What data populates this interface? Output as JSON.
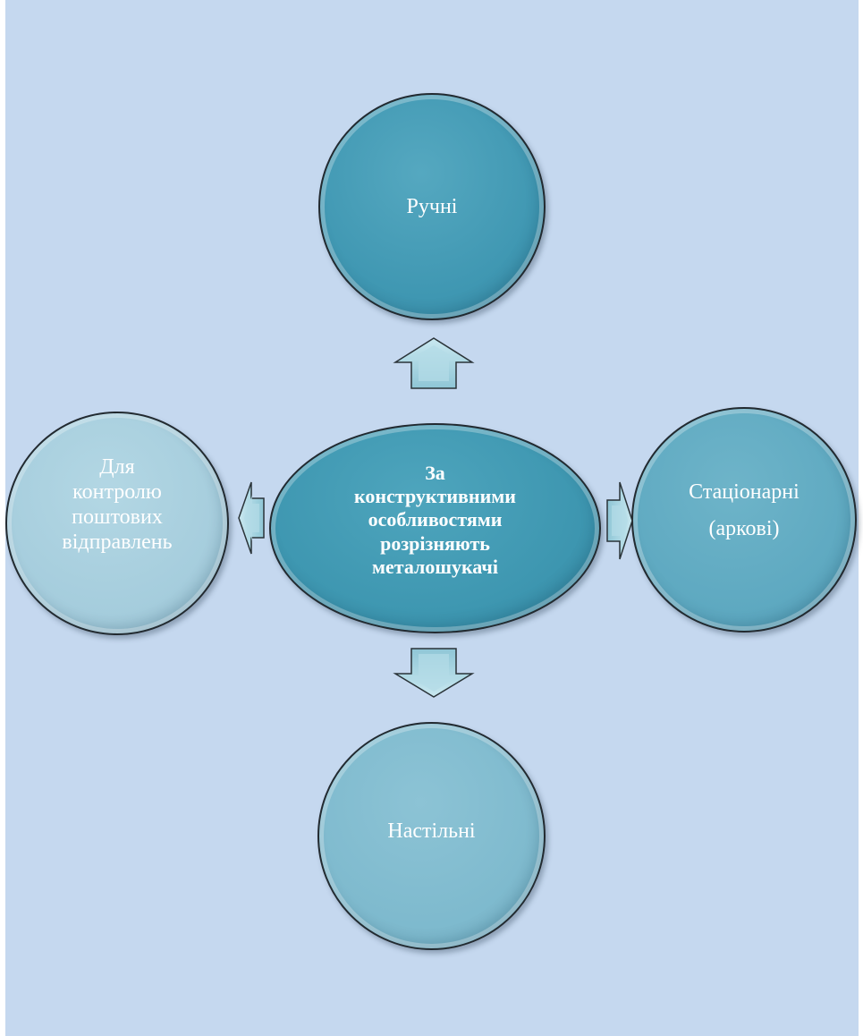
{
  "diagram": {
    "center": {
      "lines": [
        "За",
        "конструктивними",
        "особливостями",
        "розрізняють",
        "металошукачі"
      ]
    },
    "top": {
      "lines": [
        "Ручні"
      ]
    },
    "right": {
      "lines": [
        "Стаціонарні",
        "(аркові)"
      ]
    },
    "bottom": {
      "lines": [
        "Настільні"
      ]
    },
    "left": {
      "lines": [
        "Для",
        "контролю",
        "поштових",
        "відправлень"
      ]
    }
  },
  "colors": {
    "background": "#c5d8ef",
    "center_fill": "#3d96b0",
    "top_fill": "#3f97b2",
    "right_fill": "#5da8c0",
    "bottom_fill": "#7db9cd",
    "left_fill": "#a4ccdc",
    "arrow_fill": "#9fd0dd"
  },
  "icons": [
    "arrow-up-icon",
    "arrow-down-icon",
    "arrow-left-icon",
    "arrow-right-icon"
  ]
}
